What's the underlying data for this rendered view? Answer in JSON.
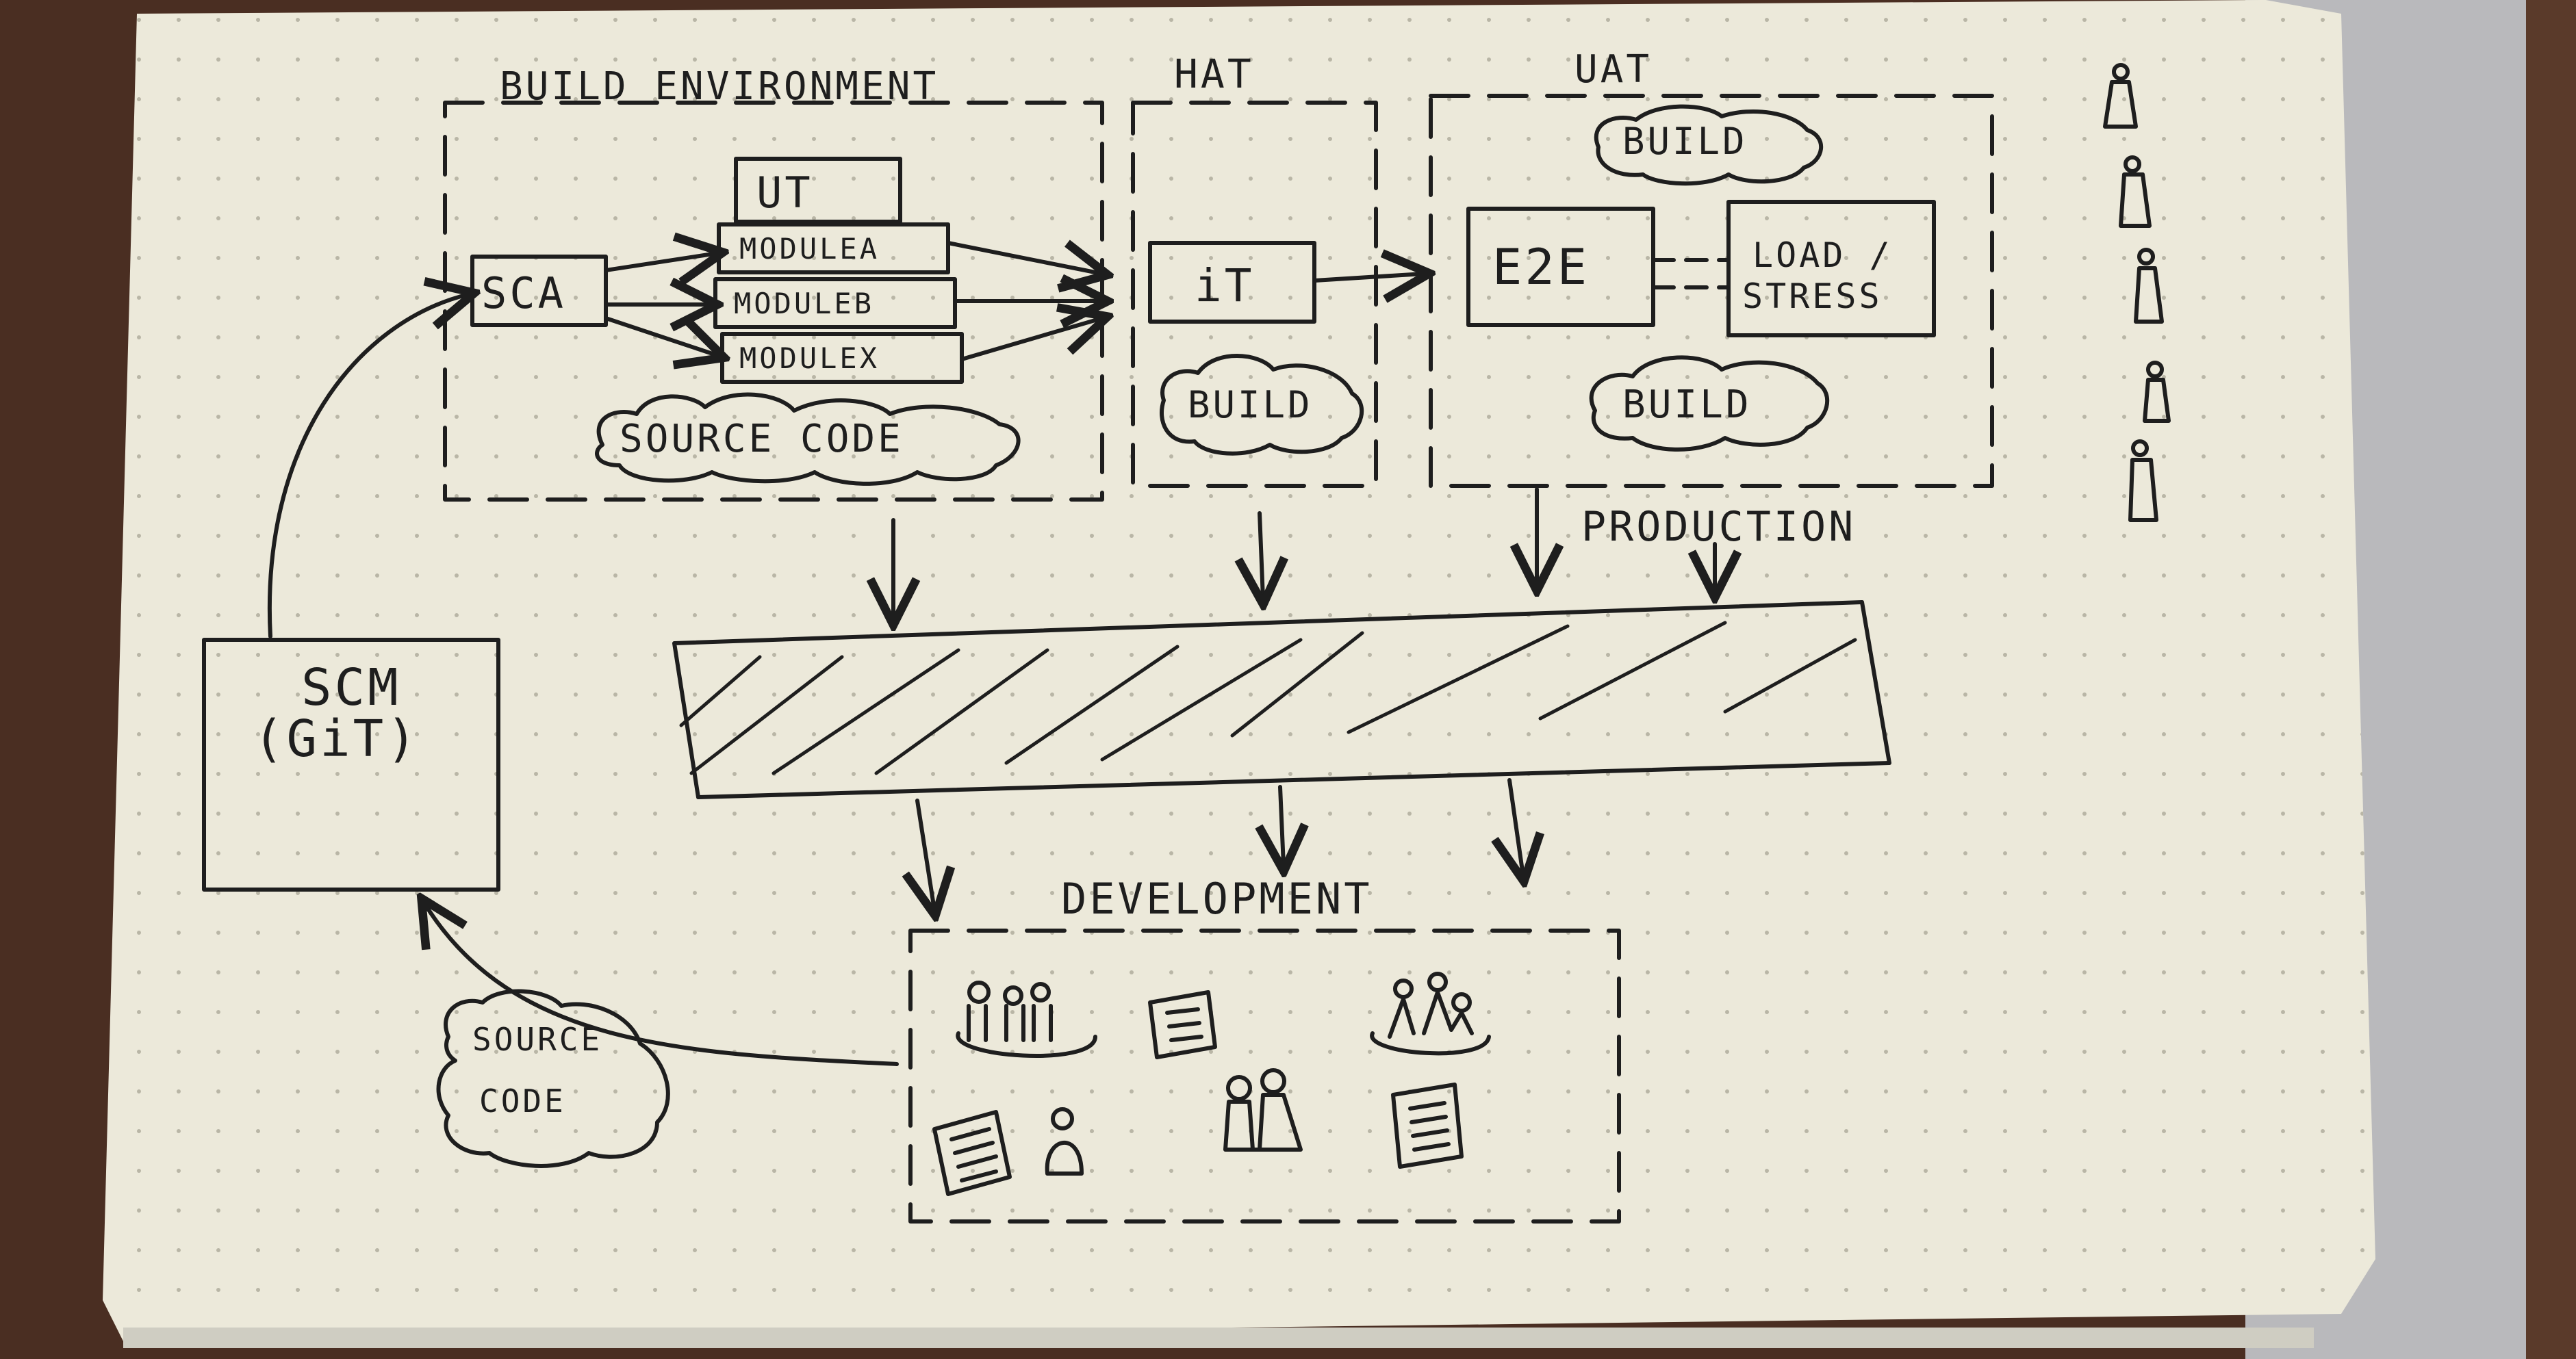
{
  "title": "BUILD ENVIRONMENT",
  "zones": {
    "build_env": {
      "label": "BUILD ENVIRONMENT"
    },
    "hat": {
      "label": "HAT"
    },
    "uat": {
      "label": "UAT"
    },
    "production": {
      "label": "PRODUCTION"
    },
    "development": {
      "label": "DEVELOPMENT"
    }
  },
  "nodes": {
    "ut": "UT",
    "module_a": "MODULEA",
    "module_b": "MODULEB",
    "module_x": "MODULEX",
    "sca": "SCA",
    "it": "iT",
    "e2e": "E2E",
    "load_line1": "LOAD /",
    "load_line2": "STRESS",
    "scm_line1": "SCM",
    "scm_line2": "(GiT)"
  },
  "clouds": {
    "source_code_top": "SOURCE CODE",
    "build_hat": "BUILD",
    "build_uat_top": "BUILD",
    "build_uat_bottom": "BUILD",
    "source_code_bottom_line1": "SOURCE",
    "source_code_bottom_line2": "CODE"
  },
  "colors": {
    "paper": "#ece9da",
    "ink": "#1e1e1e",
    "desk": "#4a2e22",
    "laptop": "#b9b9bc"
  },
  "icons": [
    "person-icon",
    "group-icon",
    "document-icon",
    "pair-icon"
  ]
}
